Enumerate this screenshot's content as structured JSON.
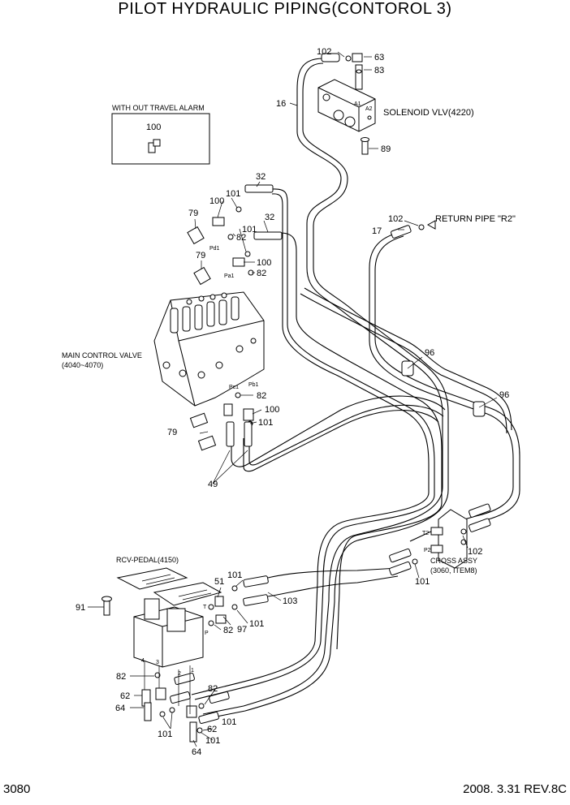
{
  "title": "PILOT HYDRAULIC PIPING(CONTOROL 3)",
  "footer": {
    "page": "3080",
    "revision": "2008. 3.31  REV.8C"
  },
  "labels": {
    "solenoid": "SOLENOID VLV(4220)",
    "return_pipe": "RETURN PIPE \"R2\"",
    "without_travel_alarm": "WITH OUT TRAVEL ALARM",
    "main_valve_1": "MAIN CONTROL VALVE",
    "main_valve_2": "(4040~4070)",
    "rcv_pedal": "RCV-PEDAL(4150)",
    "cross_assy_1": "CROSS ASSY",
    "cross_assy_2": "(3060, ITEM8)"
  },
  "port_marks": {
    "a1": "A1",
    "a2": "A2",
    "pd1": "Pd1",
    "pa1": "Pa1",
    "pc1": "Pc1",
    "pb1": "Pb1",
    "t2": "T2",
    "p2": "P2",
    "t": "T",
    "p": "P",
    "n4": "4",
    "n3": "3",
    "n2": "2",
    "n1": "1"
  },
  "part_numbers": {
    "p102a": "102",
    "p63": "63",
    "p83": "83",
    "p16": "16",
    "p89": "89",
    "p100a": "100",
    "p32a": "32",
    "p101a": "101",
    "p100b": "100",
    "p79a": "79",
    "p101b": "101",
    "p32b": "32",
    "p82a": "82",
    "p79b": "79",
    "p100c": "100",
    "p82b": "82",
    "p102b": "102",
    "p17": "17",
    "p96a": "96",
    "p96b": "96",
    "p82c": "82",
    "p100d": "100",
    "p101c": "101",
    "p79c": "79",
    "p49": "49",
    "p102c": "102",
    "p101d": "101",
    "p51": "51",
    "p101e": "101",
    "p103": "103",
    "p91": "91",
    "p82d": "82",
    "p97": "97",
    "p101f": "101",
    "p82e": "82",
    "p62a": "62",
    "p82f": "82",
    "p64a": "64",
    "p101g": "101",
    "p62b": "62",
    "p101h": "101",
    "p101i": "101",
    "p64b": "64"
  }
}
